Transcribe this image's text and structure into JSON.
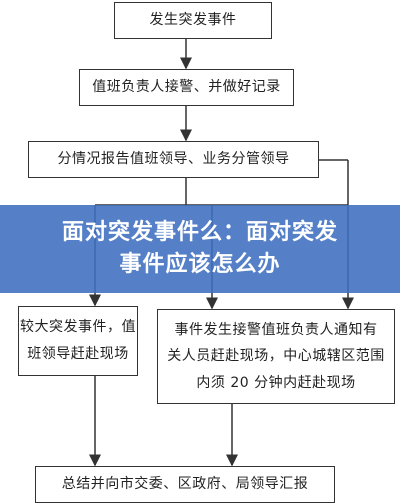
{
  "flowchart": {
    "start": "发生突发事件",
    "duty": "值班负责人接警、并做好记录",
    "report": "分情况报告值班领导、业务分管领导",
    "larger_line1": "较大突发事件，值",
    "larger_line2": "班领导赶赴现场",
    "notify_line1": "事件发生接警值班负责人通知有",
    "notify_line2": "关人员赶赴现场，中心城辖区范围",
    "notify_line3": "内须 20 分钟内赶赴现场",
    "summary": "总结并向市交委、区政府、局领导汇报"
  },
  "banner": {
    "line1": "面对突发事件么：面对突发",
    "line2": "事件应该怎么办"
  },
  "colors": {
    "banner": "#3e6ec0",
    "line": "#333333"
  }
}
